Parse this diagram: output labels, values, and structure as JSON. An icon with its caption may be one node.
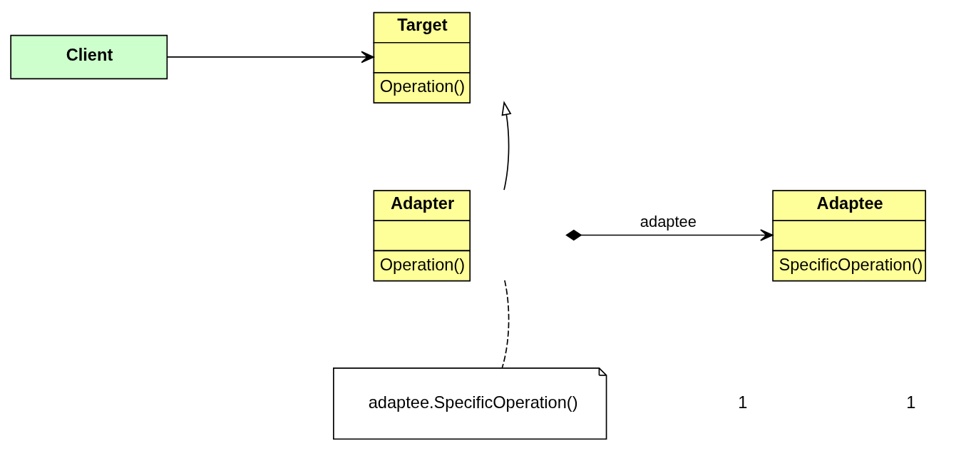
{
  "diagram": {
    "nodes": [
      {
        "text": [
          "Client"
        ]
      },
      {
        "text": [
          "Target",
          "Operation()"
        ]
      },
      {
        "text": [
          "Adapter",
          "Operation()"
        ]
      },
      {
        "text": [
          "Adaptee",
          "SpecificOperation()"
        ]
      },
      {
        "text": [
          "adaptee.SpecificOperation()"
        ]
      }
    ],
    "edges": [
      {
        "from": 0,
        "to": 1,
        "arrow": "to"
      },
      {
        "from": 2,
        "to": 1,
        "arrow": "to"
      },
      {
        "from": 2,
        "to": 3,
        "arrow": "to",
        "label": "adaptee"
      },
      {
        "from": 2,
        "to": 4,
        "arrow": "none",
        "style": "dashed"
      }
    ],
    "labels": [
      "1",
      "1"
    ]
  }
}
